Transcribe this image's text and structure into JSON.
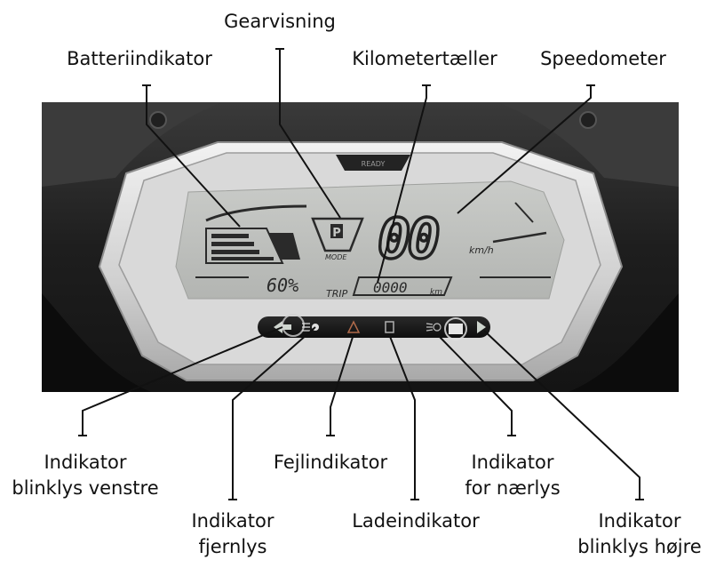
{
  "labels": {
    "gear": "Gearvisning",
    "battery": "Batteriindikator",
    "odometer": "Kilometertæller",
    "speedometer": "Speedometer",
    "turn_left": [
      "Indikator",
      "blinklys venstre"
    ],
    "high_beam": [
      "Indikator",
      "fjernlys"
    ],
    "fault": "Fejlindikator",
    "charging": "Ladeindikator",
    "low_beam": [
      "Indikator",
      "for nærlys"
    ],
    "turn_right": [
      "Indikator",
      "blinklys højre"
    ]
  },
  "display": {
    "ready": "READY",
    "gear": "P",
    "mode": "MODE",
    "speed": "00",
    "speed_unit": "km/h",
    "battery_percent": "60%",
    "battery_level": 0.6,
    "trip": "TRIP",
    "odometer": "0000",
    "odometer_unit": "km"
  }
}
